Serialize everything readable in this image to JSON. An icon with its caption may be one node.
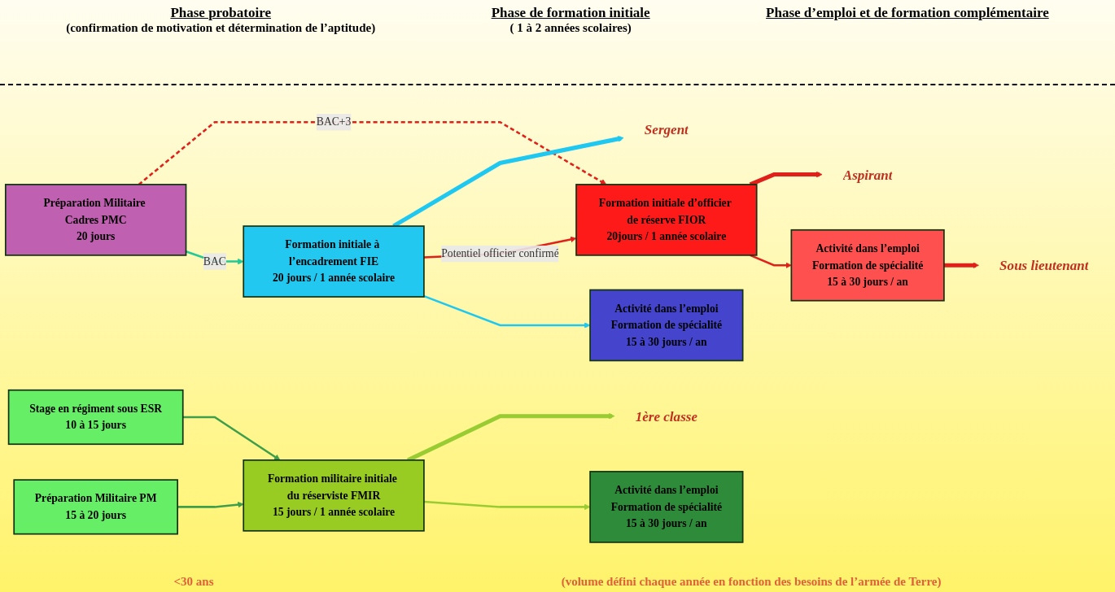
{
  "diagram": {
    "nodes": [
      {
        "text": [
          "Préparation Militaire PM",
          "15 à 20 jours"
        ]
      },
      {
        "text": [
          "Stage en régiment sous ESR",
          "10 à 15 jours"
        ]
      },
      {
        "text": [
          "Préparation Militaire Cadres PMC",
          "20 jours"
        ]
      },
      {
        "text": [
          "Formation militaire initiale du réserviste FMIR",
          "15 jours / 1 année scolaire"
        ]
      },
      {
        "text": [
          "Formation initiale à l’encadrement FIE",
          "20 jours / 1 année scolaire"
        ]
      },
      {
        "text": [
          "Formation initiale d’officier de réserve FIOR",
          "20jours / 1 année scolaire"
        ]
      },
      {
        "text": [
          "Activité dans l’emploi",
          "Formation de spécialité",
          "15 à 30 jours / an"
        ]
      },
      {
        "text": [
          "Activité dans l’emploi",
          "Formation de spécialité",
          "15 à 30 jours / an"
        ]
      },
      {
        "text": [
          "Activité dans l’emploi",
          "Formation de spécialité",
          "15 à 30 jours / an"
        ]
      },
      {
        "text": [
          "1ère classe"
        ]
      },
      {
        "text": [
          "Sergent"
        ]
      },
      {
        "text": [
          "Aspirant"
        ]
      },
      {
        "text": [
          "Sous lieutenant"
        ]
      }
    ],
    "edges": [
      {
        "from": 0,
        "to": 3,
        "arrow": "to",
        "color": "#3e9e4a"
      },
      {
        "from": 1,
        "to": 3,
        "arrow": "to",
        "color": "#3e9e4a"
      },
      {
        "from": 2,
        "to": 4,
        "arrow": "to",
        "label": "BAC",
        "color": "#20c997"
      },
      {
        "from": 2,
        "to": 5,
        "arrow": "to",
        "label": "BAC+3",
        "style": "dashed",
        "color": "#e0201a"
      },
      {
        "from": 3,
        "to": 6,
        "arrow": "to",
        "color": "#99cc33"
      },
      {
        "from": 4,
        "to": 7,
        "arrow": "to",
        "color": "#1ec8f0"
      },
      {
        "from": 4,
        "to": 5,
        "arrow": "to",
        "label": "Potentiel officier confirmé",
        "color": "#e0201a"
      },
      {
        "from": 5,
        "to": 8,
        "arrow": "to",
        "color": "#e0201a"
      },
      {
        "from": 3,
        "to": 9,
        "arrow": "to",
        "style": "thick",
        "color": "#99cc33"
      },
      {
        "from": 4,
        "to": 10,
        "arrow": "to",
        "style": "thick",
        "color": "#1ec8f0"
      },
      {
        "from": 5,
        "to": 11,
        "arrow": "to",
        "style": "thick",
        "color": "#e0201a"
      },
      {
        "from": 8,
        "to": 12,
        "arrow": "to",
        "style": "thick",
        "color": "#e0201a"
      }
    ],
    "labels": [
      "Phase probatoire",
      "(confirmation de motivation et détermination de l’aptitude)",
      "Phase de formation initiale",
      "( 1 à 2 années scolaires)",
      "Phase d’emploi et de formation complémentaire",
      "<30 ans",
      "(volume défini chaque année en fonction des besoins de l’armée de Terre)"
    ]
  }
}
